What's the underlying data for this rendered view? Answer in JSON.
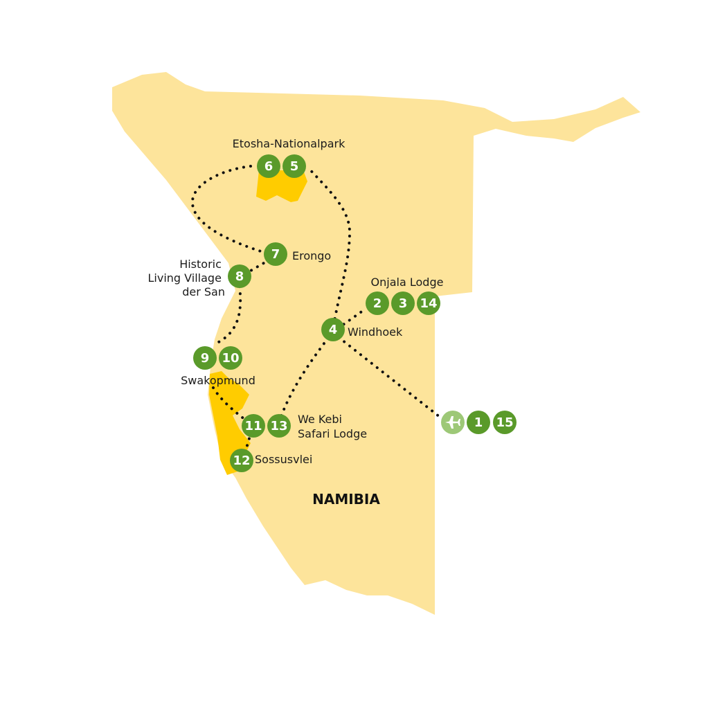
{
  "colors": {
    "land": "#fde49b",
    "park": "#ffcc00",
    "marker": "#5a9a2a",
    "airport_marker": "#9dc877",
    "route": "#111111"
  },
  "country_label": "NAMIBIA",
  "places": {
    "etosha": "Etosha-Nationalpark",
    "erongo": "Erongo",
    "living_village": [
      "Historic",
      "Living Village",
      "der San"
    ],
    "onjala": "Onjala Lodge",
    "windhoek": "Windhoek",
    "swakopmund": "Swakopmund",
    "wekebi": [
      "We Kebi",
      "Safari Lodge"
    ],
    "sossusvlei": "Sossusvlei"
  },
  "markers": {
    "m6": "6",
    "m5": "5",
    "m7": "7",
    "m8": "8",
    "m2": "2",
    "m3": "3",
    "m14": "14",
    "m4": "4",
    "m9": "9",
    "m10": "10",
    "m11": "11",
    "m13": "13",
    "m12": "12",
    "m1": "1",
    "m15": "15"
  },
  "icons": {
    "airport": "airplane-icon"
  }
}
